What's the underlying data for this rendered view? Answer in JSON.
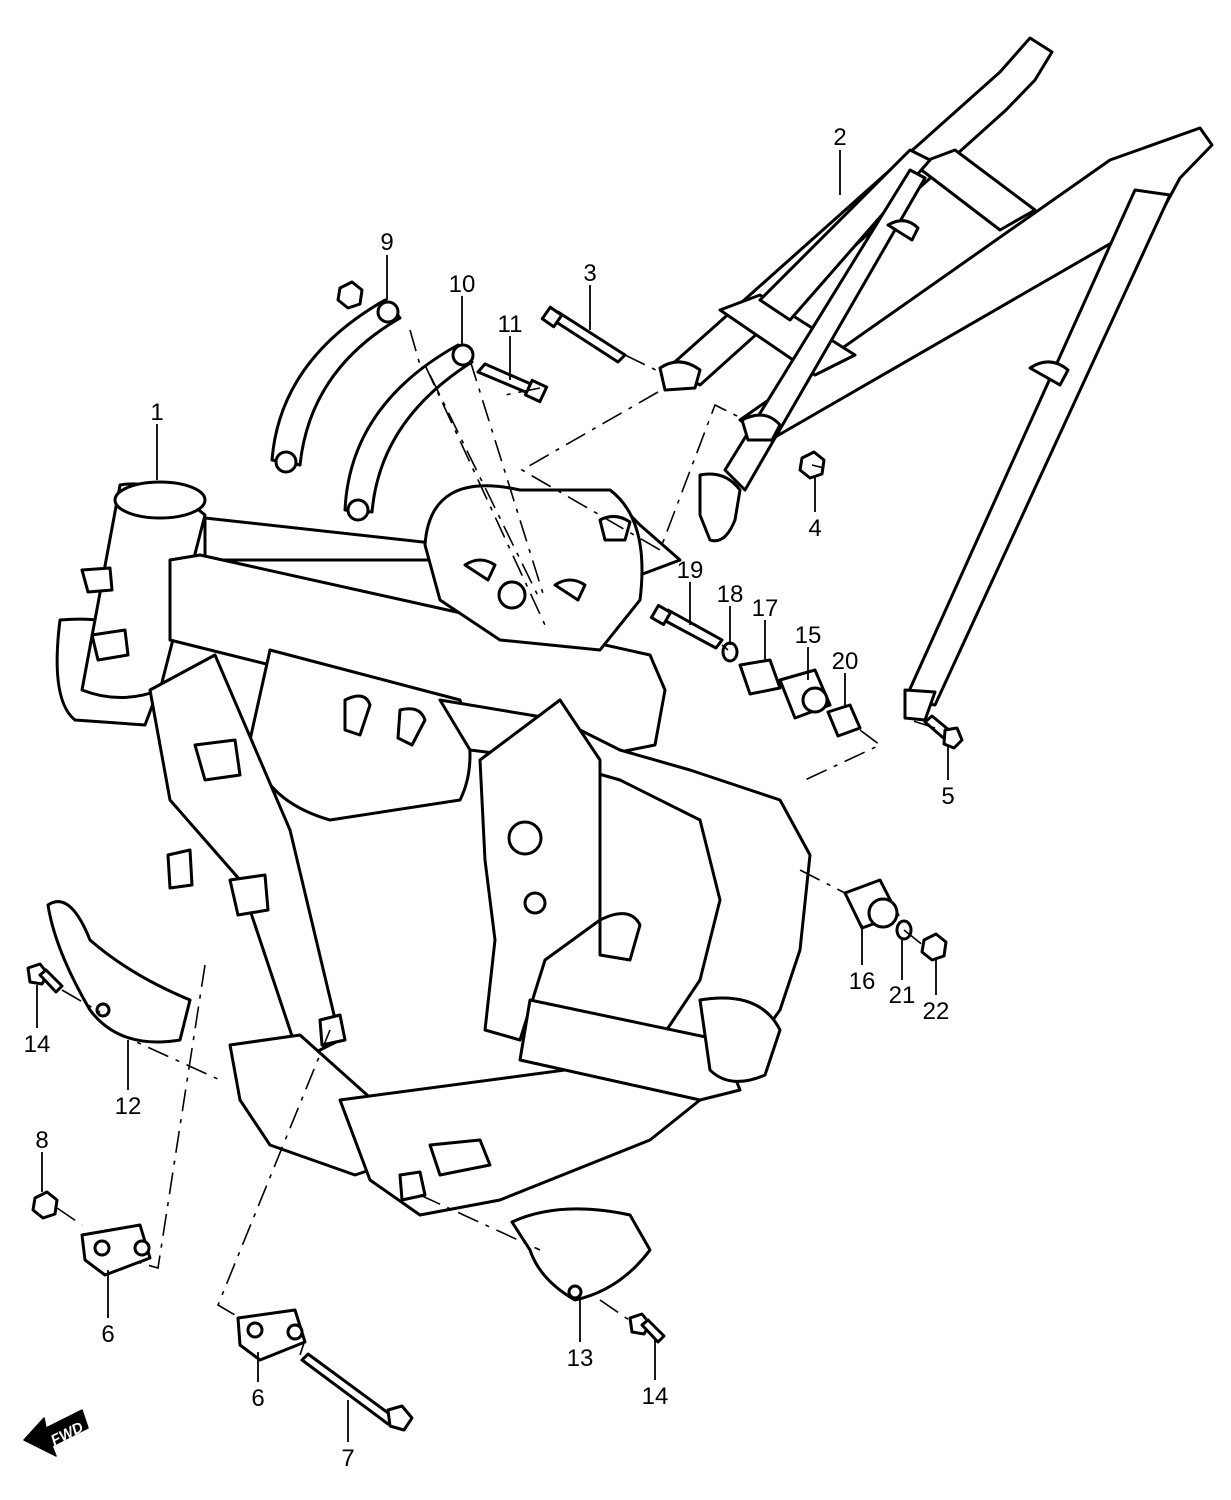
{
  "callouts": [
    {
      "id": "1",
      "text": "1"
    },
    {
      "id": "2",
      "text": "2"
    },
    {
      "id": "3",
      "text": "3"
    },
    {
      "id": "4",
      "text": "4"
    },
    {
      "id": "5",
      "text": "5"
    },
    {
      "id": "6a",
      "text": "6"
    },
    {
      "id": "6b",
      "text": "6"
    },
    {
      "id": "7",
      "text": "7"
    },
    {
      "id": "8",
      "text": "8"
    },
    {
      "id": "9",
      "text": "9"
    },
    {
      "id": "10",
      "text": "10"
    },
    {
      "id": "11",
      "text": "11"
    },
    {
      "id": "12",
      "text": "12"
    },
    {
      "id": "13",
      "text": "13"
    },
    {
      "id": "14a",
      "text": "14"
    },
    {
      "id": "14b",
      "text": "14"
    },
    {
      "id": "15",
      "text": "15"
    },
    {
      "id": "16",
      "text": "16"
    },
    {
      "id": "17",
      "text": "17"
    },
    {
      "id": "18",
      "text": "18"
    },
    {
      "id": "19",
      "text": "19"
    },
    {
      "id": "20",
      "text": "20"
    },
    {
      "id": "21",
      "text": "21"
    },
    {
      "id": "22",
      "text": "22"
    }
  ],
  "direction_label": "FWD",
  "line_color": "#000000",
  "background_color": "#ffffff"
}
